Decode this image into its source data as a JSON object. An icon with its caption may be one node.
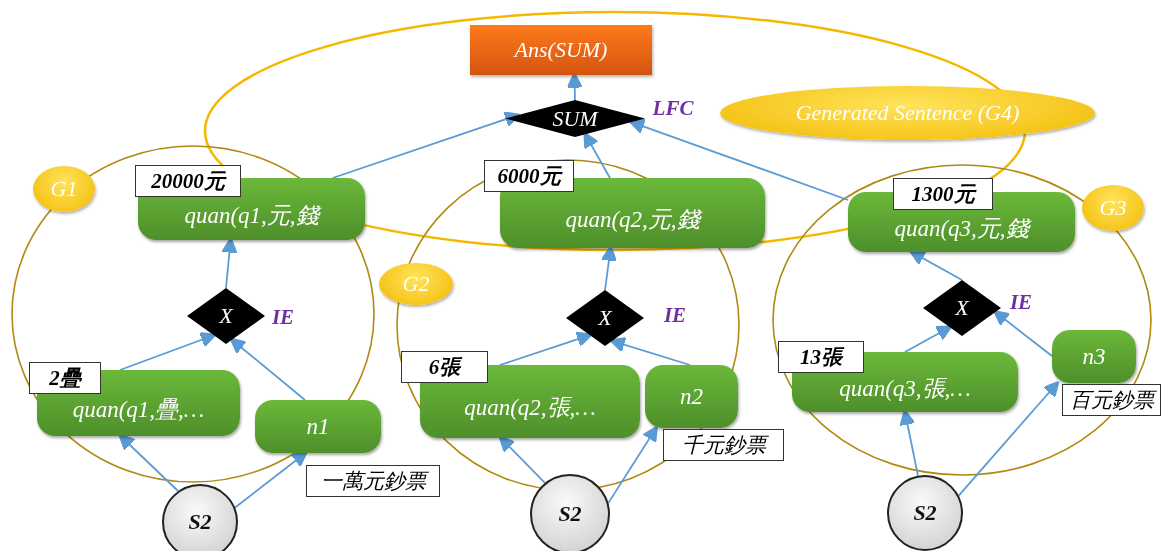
{
  "diagram": {
    "nodes": [
      {
        "text": [
          "Ans(SUM)"
        ]
      },
      {
        "text": [
          "SUM"
        ],
        "beside": [
          "LFC"
        ]
      },
      {
        "text": [
          "Generated Sentence (G4)"
        ]
      },
      {
        "text": [
          "G1"
        ]
      },
      {
        "text": [
          "20000元",
          "quan(q1,元,錢"
        ]
      },
      {
        "text": [
          "6000元",
          "quan(q2,元,錢"
        ]
      },
      {
        "text": [
          "1300元",
          "quan(q3,元,錢"
        ]
      },
      {
        "text": [
          "G3"
        ]
      },
      {
        "text": [
          "G2"
        ]
      },
      {
        "text": [
          "X"
        ],
        "beside": [
          "IE"
        ]
      },
      {
        "text": [
          "2疊",
          "quan(q1,疊,…"
        ]
      },
      {
        "text": [
          "n1"
        ],
        "beside": [
          "一萬元鈔票"
        ]
      },
      {
        "text": [
          "S2"
        ]
      },
      {
        "text": [
          "X"
        ],
        "beside": [
          "IE"
        ]
      },
      {
        "text": [
          "6張",
          "quan(q2,張,…"
        ]
      },
      {
        "text": [
          "n2"
        ],
        "beside": [
          "千元鈔票"
        ]
      },
      {
        "text": [
          "S2"
        ]
      },
      {
        "text": [
          "X"
        ],
        "beside": [
          "IE"
        ]
      },
      {
        "text": [
          "13張",
          "quan(q3,張,…"
        ]
      },
      {
        "text": [
          "n3"
        ],
        "beside": [
          "百元鈔票"
        ]
      },
      {
        "text": [
          "S2"
        ]
      }
    ],
    "edges": [
      {
        "from": 1,
        "to": 0,
        "arrow": "to"
      },
      {
        "from": 4,
        "to": 1,
        "arrow": "to"
      },
      {
        "from": 5,
        "to": 1,
        "arrow": "to"
      },
      {
        "from": 6,
        "to": 1,
        "arrow": "to"
      },
      {
        "from": 9,
        "to": 4,
        "arrow": "to"
      },
      {
        "from": 10,
        "to": 9,
        "arrow": "to"
      },
      {
        "from": 11,
        "to": 9,
        "arrow": "to"
      },
      {
        "from": 12,
        "to": 10,
        "arrow": "to"
      },
      {
        "from": 12,
        "to": 11,
        "arrow": "to"
      },
      {
        "from": 13,
        "to": 5,
        "arrow": "to"
      },
      {
        "from": 14,
        "to": 13,
        "arrow": "to"
      },
      {
        "from": 15,
        "to": 13,
        "arrow": "to"
      },
      {
        "from": 16,
        "to": 14,
        "arrow": "to"
      },
      {
        "from": 16,
        "to": 15,
        "arrow": "to"
      },
      {
        "from": 17,
        "to": 6,
        "arrow": "to"
      },
      {
        "from": 18,
        "to": 17,
        "arrow": "to"
      },
      {
        "from": 19,
        "to": 17,
        "arrow": "to"
      },
      {
        "from": 20,
        "to": 18,
        "arrow": "to"
      },
      {
        "from": 20,
        "to": 19,
        "arrow": "to"
      }
    ]
  }
}
